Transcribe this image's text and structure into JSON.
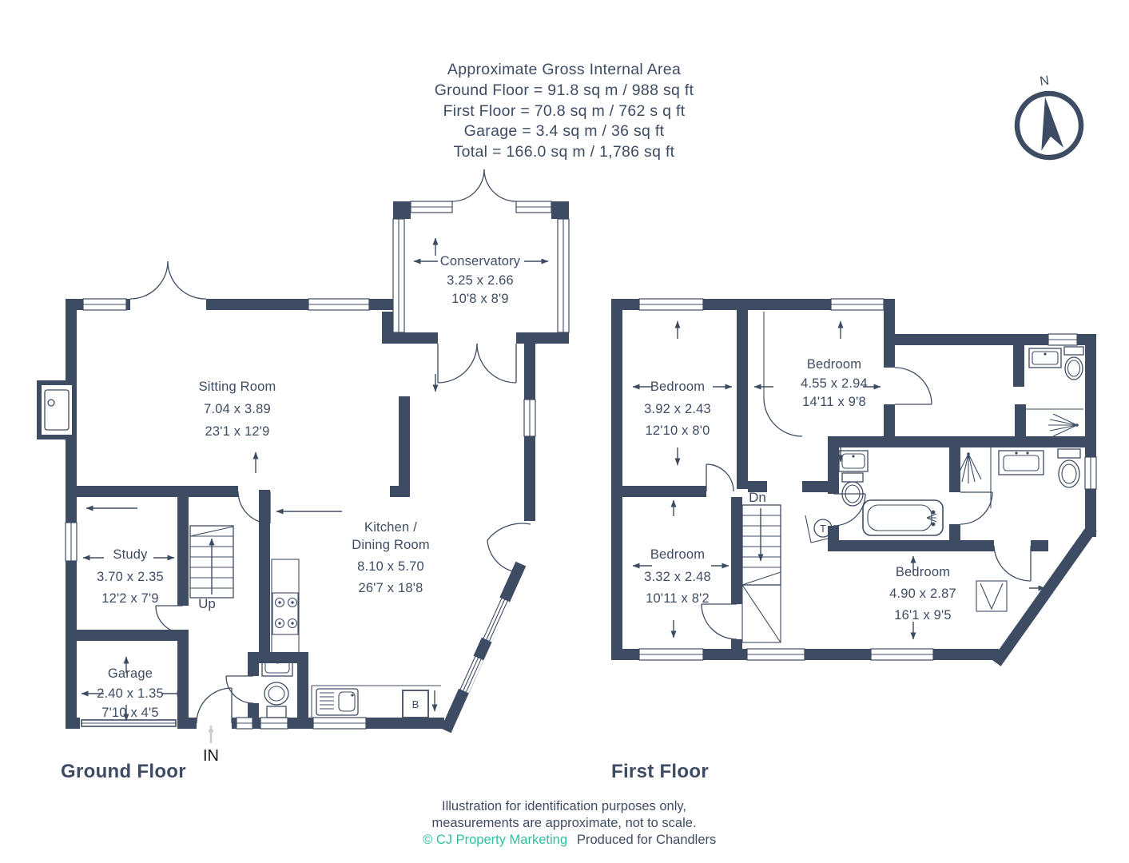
{
  "header": {
    "line1": "Approximate Gross Internal Area",
    "line2": "Ground Floor = 91.8 sq m / 988 sq ft",
    "line3": "First Floor = 70.8 sq m / 762 s q ft",
    "line4": "Garage = 3.4 sq m / 36 sq ft",
    "line5": "Total = 166.0 sq m / 1,786 sq ft"
  },
  "compass": {
    "n": "N"
  },
  "ground_floor": {
    "title": "Ground Floor",
    "rooms": {
      "sitting": {
        "name": "Sitting Room",
        "metric": "7.04 x 3.89",
        "imperial": "23'1 x 12'9"
      },
      "conservatory": {
        "name": "Conservatory",
        "metric": "3.25 x 2.66",
        "imperial": "10'8 x 8'9"
      },
      "study": {
        "name": "Study",
        "metric": "3.70 x 2.35",
        "imperial": "12'2 x 7'9"
      },
      "garage": {
        "name": "Garage",
        "metric": "2.40 x 1.35",
        "imperial": "7'10 x 4'5"
      },
      "kitchen": {
        "name1": "Kitchen /",
        "name2": "Dining Room",
        "metric": "8.10 x 5.70",
        "imperial": "26'7 x 18'8"
      }
    },
    "labels": {
      "up": "Up",
      "in_label": "IN",
      "boiler": "B"
    }
  },
  "first_floor": {
    "title": "First Floor",
    "rooms": {
      "bedroom1": {
        "name": "Bedroom",
        "metric": "3.92 x 2.43",
        "imperial": "12'10 x 8'0"
      },
      "bedroom2": {
        "name": "Bedroom",
        "metric": "4.55 x 2.94",
        "imperial": "14'11 x 9'8"
      },
      "bedroom3": {
        "name": "Bedroom",
        "metric": "3.32 x 2.48",
        "imperial": "10'11 x 8'2"
      },
      "bedroom4": {
        "name": "Bedroom",
        "metric": "4.90 x 2.87",
        "imperial": "16'1 x 9'5"
      }
    },
    "labels": {
      "down": "Dn",
      "tank": "T"
    }
  },
  "footer": {
    "line1": "Illustration for identification purposes only,",
    "line2": "measurements are approximate, not to scale.",
    "credit": "© CJ Property Marketing",
    "produced": "Produced for Chandlers"
  },
  "colors": {
    "wall": "#3E4C63",
    "text": "#3E4C63",
    "accent_teal": "#2FC0A0",
    "in_arrow": "#C8CCD5"
  }
}
